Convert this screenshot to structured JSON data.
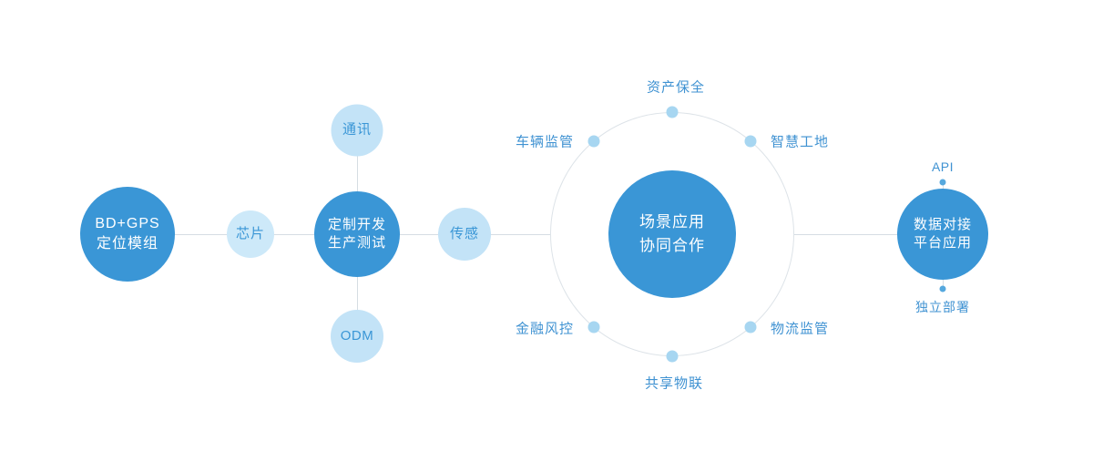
{
  "colors": {
    "primary_blue": "#3a96d6",
    "light_blue_fill": "#c3e3f7",
    "ring_dot_blue": "#a7d6f1",
    "small_dot_blue": "#55a8de",
    "label_blue": "#3f92d2",
    "line_gray": "#d6dde3"
  },
  "nodes": {
    "module": {
      "line1": "BD+GPS",
      "line2": "定位模组"
    },
    "chip": {
      "label": "芯片"
    },
    "dev": {
      "line1": "定制开发",
      "line2": "生产测试"
    },
    "comm": {
      "label": "通讯"
    },
    "odm": {
      "label": "ODM"
    },
    "sensor": {
      "label": "传感"
    },
    "center": {
      "line1": "场景应用",
      "line2": "协同合作"
    },
    "platform": {
      "line1": "数据对接",
      "line2": "平台应用"
    }
  },
  "ring": {
    "labels": {
      "top": "资产保全",
      "upper_left": "车辆监管",
      "upper_right": "智慧工地",
      "lower_left": "金融风控",
      "lower_right": "物流监管",
      "bottom": "共享物联"
    }
  },
  "right_branch": {
    "api": "API",
    "deploy": "独立部署"
  }
}
